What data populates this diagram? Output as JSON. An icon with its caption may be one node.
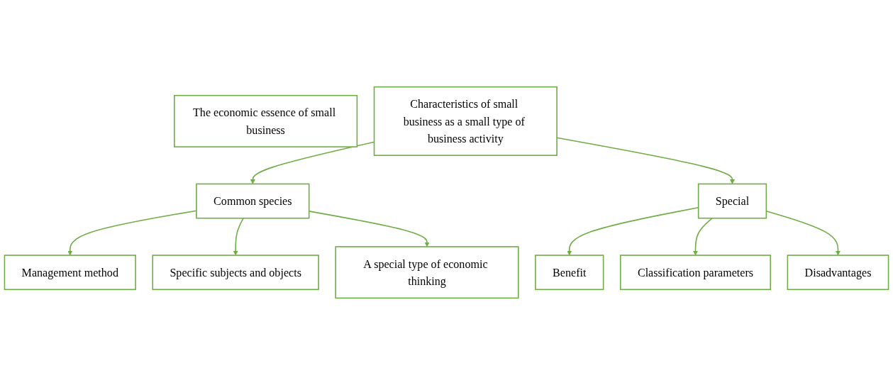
{
  "diagram": {
    "nodes": [
      {
        "text": [
          "The economic essence of small business"
        ]
      },
      {
        "text": [
          "Characteristics of small business as a small type of business activity"
        ]
      },
      {
        "text": [
          "Common species"
        ]
      },
      {
        "text": [
          "Management method"
        ]
      },
      {
        "text": [
          "Special"
        ]
      },
      {
        "text": [
          "Benefit"
        ]
      },
      {
        "text": [
          "Specific subjects and objects"
        ]
      },
      {
        "text": [
          "A special type of economic thinking"
        ]
      },
      {
        "text": [
          "Classification parameters"
        ]
      },
      {
        "text": [
          "Disadvantages"
        ]
      }
    ],
    "edges": [
      {
        "from": 1,
        "to": 2,
        "arrow": "to"
      },
      {
        "from": 1,
        "to": 4,
        "arrow": "to"
      },
      {
        "from": 2,
        "to": 3,
        "arrow": "to"
      },
      {
        "from": 4,
        "to": 5,
        "arrow": "to"
      },
      {
        "from": 2,
        "to": 6,
        "arrow": "to"
      },
      {
        "from": 2,
        "to": 7,
        "arrow": "to"
      },
      {
        "from": 4,
        "to": 8,
        "arrow": "to"
      },
      {
        "from": 4,
        "to": 9,
        "arrow": "to"
      }
    ]
  }
}
